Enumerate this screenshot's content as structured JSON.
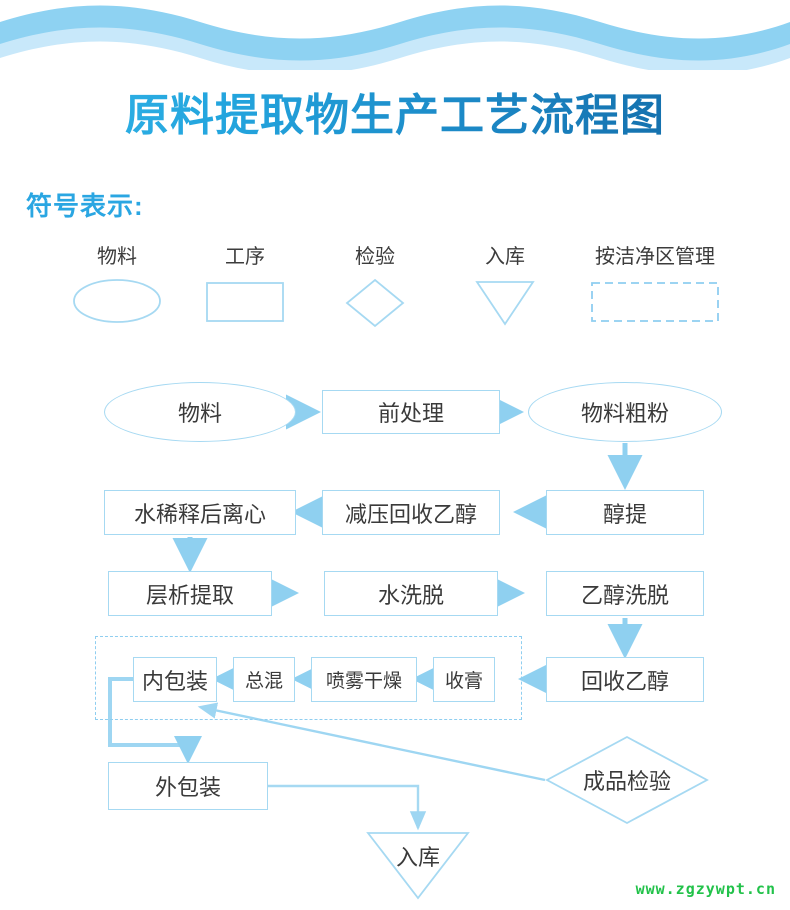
{
  "header": {
    "title": "原料提取物生产工艺流程图",
    "title_gradient_from": "#35b6e8",
    "title_gradient_to": "#10639f",
    "wave_color_dark": "#8ed2f2",
    "wave_color_light": "#c8e8fa"
  },
  "legend": {
    "heading": "符号表示:",
    "heading_color": "#2aa6e2",
    "items": [
      {
        "label": "物料",
        "shape": "ellipse"
      },
      {
        "label": "工序",
        "shape": "rectangle"
      },
      {
        "label": "检验",
        "shape": "diamond"
      },
      {
        "label": "入库",
        "shape": "triangle-down"
      },
      {
        "label": "按洁净区管理",
        "shape": "dashed-rectangle"
      }
    ]
  },
  "flow": {
    "line_color": "#a6d9f2",
    "arrow_color": "#8fd0f0",
    "text_color": "#3a3a3a",
    "nodes": {
      "material": "物料",
      "pretreatment": "前处理",
      "coarse_powder": "物料粗粉",
      "alcohol_extraction": "醇提",
      "vacuum_recover_ethanol": "减压回收乙醇",
      "water_dilute_centrifuge": "水稀释后离心",
      "chromatography": "层析提取",
      "water_elution": "水洗脱",
      "ethanol_elution": "乙醇洗脱",
      "recover_ethanol": "回收乙醇",
      "collect_paste": "收膏",
      "spray_drying": "喷雾干燥",
      "total_mixing": "总混",
      "inner_packaging": "内包装",
      "outer_packaging": "外包装",
      "finished_inspection": "成品检验",
      "warehousing": "入库"
    },
    "clean_zone_note": "按洁净区管理"
  },
  "watermark": {
    "text": "www.zgzywpt.cn",
    "color": "#22c24a"
  }
}
